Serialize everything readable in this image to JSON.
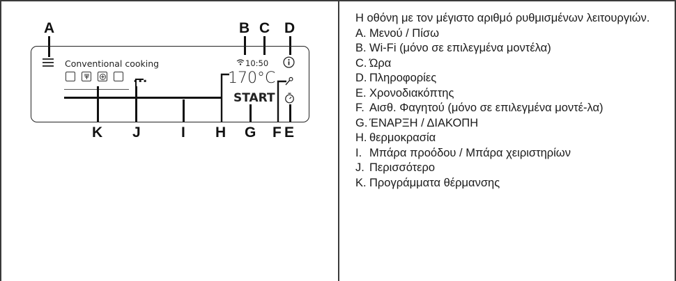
{
  "diagram": {
    "callouts": {
      "A": "A",
      "B": "B",
      "C": "C",
      "D": "D",
      "E": "E",
      "F": "F",
      "G": "G",
      "H": "H",
      "I": "I",
      "J": "J",
      "K": "K"
    },
    "screen": {
      "mode_label": "Conventional cooking",
      "time": "10:50",
      "temperature": "170°C",
      "start_label": "START",
      "more": "...",
      "icons": {
        "menu": "menu-icon",
        "wifi": "wifi-icon",
        "info": "info-icon",
        "food_sensor": "food-sensor-icon",
        "timer": "timer-icon",
        "heating_programs": [
          "square-program-icon",
          "fan-program-icon",
          "fan-circle-program-icon",
          "square-program-icon"
        ]
      }
    }
  },
  "description": {
    "intro": "Η οθόνη με τον μέγιστο αριθμό ρυθμισμένων λειτουργιών.",
    "legend": [
      {
        "letter": "A.",
        "text": "Μενού / Πίσω"
      },
      {
        "letter": "B.",
        "text": "Wi-Fi (μόνο σε επιλεγμένα μοντέλα)"
      },
      {
        "letter": "C.",
        "text": "Ώρα"
      },
      {
        "letter": "D.",
        "text": "Πληροφορίες"
      },
      {
        "letter": "E.",
        "text": "Χρονοδιακόπτης"
      },
      {
        "letter": "F.",
        "text": "Αισθ. Φαγητού (μόνο σε επιλεγμένα μοντέ-λα)"
      },
      {
        "letter": "G.",
        "text": "ΈΝΑΡΞΗ / ΔΙΑΚΟΠΗ"
      },
      {
        "letter": "H.",
        "text": "θερμοκρασία"
      },
      {
        "letter": "I.",
        "text": "Μπάρα προόδου / Μπάρα χειριστηρίων"
      },
      {
        "letter": "J.",
        "text": "Περισσότερο"
      },
      {
        "letter": "K.",
        "text": "Προγράμματα θέρμανσης"
      }
    ]
  }
}
